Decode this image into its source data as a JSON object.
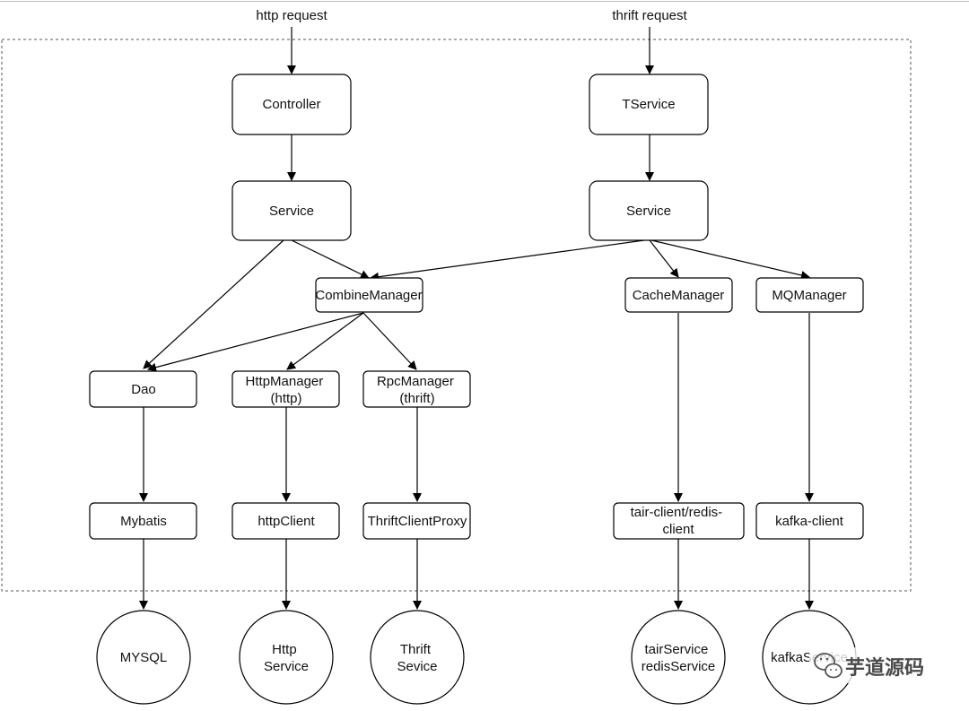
{
  "diagram": {
    "inputs": {
      "http": "http request",
      "thrift": "thrift request"
    },
    "nodes": {
      "controller": "Controller",
      "tservice": "TService",
      "service_left": "Service",
      "service_right": "Service",
      "combine_manager": "CombineManager",
      "cache_manager": "CacheManager",
      "mq_manager": "MQManager",
      "dao": "Dao",
      "http_manager": [
        "HttpManager",
        "(http)"
      ],
      "rpc_manager": [
        "RpcManager",
        "(thrift)"
      ],
      "mybatis": "Mybatis",
      "http_client": "httpClient",
      "thrift_client_proxy": "ThriftClientProxy",
      "tair_client": [
        "tair-client/redis-",
        "client"
      ],
      "kafka_client": "kafka-client"
    },
    "datastores": {
      "mysql": [
        "MYSQL"
      ],
      "http_service": [
        "Http",
        "Service"
      ],
      "thrift_service": [
        "Thrift",
        "Sevice"
      ],
      "tair_service": [
        "tairService",
        "redisService"
      ],
      "kafka_service": [
        "kafkaService"
      ]
    },
    "watermark": {
      "text": "芋道源码",
      "icon": "wechat-icon"
    }
  }
}
